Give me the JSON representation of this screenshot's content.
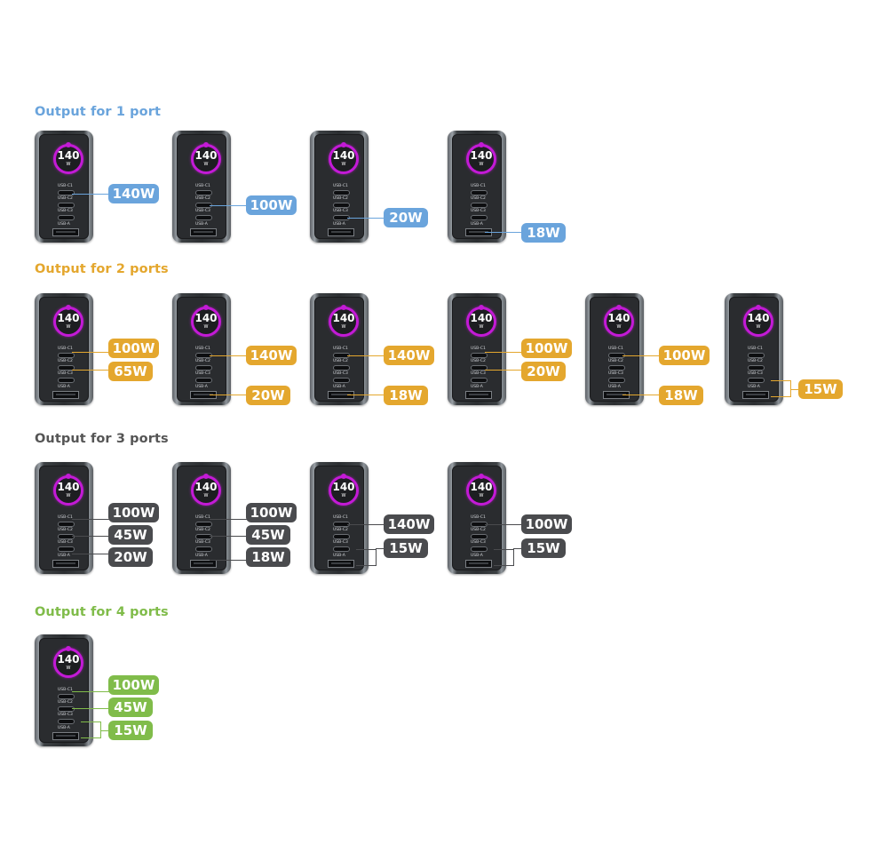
{
  "colors": {
    "blue": "#6aa4dc",
    "orange": "#e4a72e",
    "gray": "#4a4b4e",
    "green": "#80bc4a",
    "title_gray": "#555555"
  },
  "charger": {
    "watt": "140",
    "unit": "W",
    "port_labels": [
      "USB-C1",
      "USB-C2",
      "USB-C3",
      "USB-A"
    ]
  },
  "sections": [
    {
      "title": "Output for 1 port",
      "color": "blue",
      "title_color": "#6aa4dc",
      "chargers": [
        {
          "outputs": [
            {
              "port": "USB-C1",
              "value": "140W"
            }
          ]
        },
        {
          "outputs": [
            {
              "port": "USB-C2",
              "value": "100W"
            }
          ]
        },
        {
          "outputs": [
            {
              "port": "USB-C3",
              "value": "20W"
            }
          ]
        },
        {
          "outputs": [
            {
              "port": "USB-A",
              "value": "18W"
            }
          ]
        }
      ]
    },
    {
      "title": "Output for 2 ports",
      "color": "orange",
      "title_color": "#e4a72e",
      "chargers": [
        {
          "outputs": [
            {
              "port": "USB-C1",
              "value": "100W"
            },
            {
              "port": "USB-C2",
              "value": "65W"
            }
          ]
        },
        {
          "outputs": [
            {
              "port": "USB-C1",
              "value": "140W"
            },
            {
              "port": "USB-A",
              "value": "20W"
            }
          ]
        },
        {
          "outputs": [
            {
              "port": "USB-C1",
              "value": "140W"
            },
            {
              "port": "USB-A",
              "value": "18W"
            }
          ]
        },
        {
          "outputs": [
            {
              "port": "USB-C1",
              "value": "100W"
            },
            {
              "port": "USB-C2",
              "value": "20W"
            }
          ]
        },
        {
          "outputs": [
            {
              "port": "USB-C1",
              "value": "100W"
            },
            {
              "port": "USB-A",
              "value": "18W"
            }
          ]
        },
        {
          "outputs": [
            {
              "port": "USB-C3+USB-A",
              "value": "15W"
            }
          ]
        }
      ]
    },
    {
      "title": "Output for 3 ports",
      "color": "gray",
      "title_color": "#555555",
      "chargers": [
        {
          "outputs": [
            {
              "port": "USB-C1",
              "value": "100W"
            },
            {
              "port": "USB-C2",
              "value": "45W"
            },
            {
              "port": "USB-C3",
              "value": "20W"
            }
          ]
        },
        {
          "outputs": [
            {
              "port": "USB-C1",
              "value": "100W"
            },
            {
              "port": "USB-C2",
              "value": "45W"
            },
            {
              "port": "USB-A",
              "value": "18W"
            }
          ]
        },
        {
          "outputs": [
            {
              "port": "USB-C1",
              "value": "140W"
            },
            {
              "port": "USB-C3+USB-A",
              "value": "15W"
            }
          ]
        },
        {
          "outputs": [
            {
              "port": "USB-C1",
              "value": "100W"
            },
            {
              "port": "USB-C3+USB-A",
              "value": "15W"
            }
          ]
        }
      ]
    },
    {
      "title": "Output for 4 ports",
      "color": "green",
      "title_color": "#80bc4a",
      "chargers": [
        {
          "outputs": [
            {
              "port": "USB-C1",
              "value": "100W"
            },
            {
              "port": "USB-C2",
              "value": "45W"
            },
            {
              "port": "USB-C3+USB-A",
              "value": "15W"
            }
          ]
        }
      ]
    }
  ]
}
